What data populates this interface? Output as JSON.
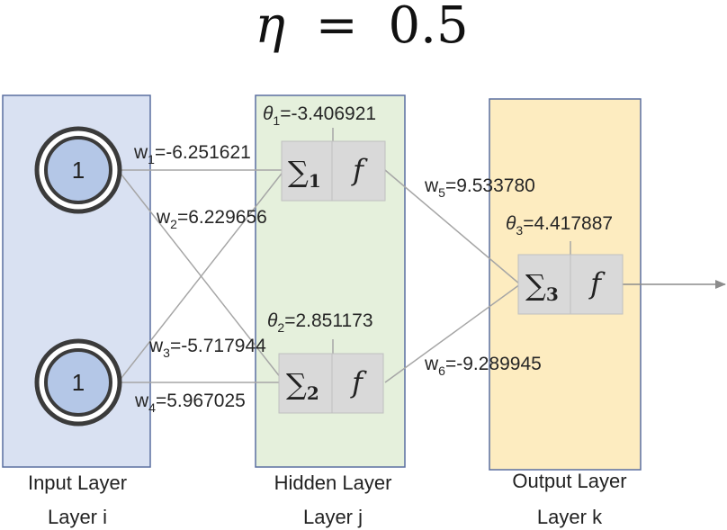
{
  "title": {
    "symbol": "η",
    "equals": "=",
    "value": "0.5"
  },
  "layers": {
    "input": {
      "name": "Input Layer",
      "index": "Layer i",
      "fill": "#d9e1f2",
      "border": "#5a6fa0"
    },
    "hidden": {
      "name": "Hidden Layer",
      "index": "Layer j",
      "fill": "#e5f0dc",
      "border": "#5a6fa0"
    },
    "output": {
      "name": "Output Layer",
      "index": "Layer k",
      "fill": "#fdecc0",
      "border": "#5a6fa0"
    }
  },
  "input_nodes": [
    {
      "value": "1"
    },
    {
      "value": "1"
    }
  ],
  "neurons": [
    {
      "sigma": "∑",
      "sub": "1",
      "func": "f",
      "theta_sym": "θ",
      "theta_sub": "1",
      "theta_val": "=-3.406921"
    },
    {
      "sigma": "∑",
      "sub": "2",
      "func": "f",
      "theta_sym": "θ",
      "theta_sub": "2",
      "theta_val": "=2.851173"
    },
    {
      "sigma": "∑",
      "sub": "3",
      "func": "f",
      "theta_sym": "θ",
      "theta_sub": "3",
      "theta_val": "=4.417887"
    }
  ],
  "weights": [
    {
      "w": "w",
      "sub": "1",
      "val": "=-6.251621"
    },
    {
      "w": "w",
      "sub": "2",
      "val": "=6.229656"
    },
    {
      "w": "w",
      "sub": "3",
      "val": "=-5.717944"
    },
    {
      "w": "w",
      "sub": "4",
      "val": "=5.967025"
    },
    {
      "w": "w",
      "sub": "5",
      "val": "=9.533780"
    },
    {
      "w": "w",
      "sub": "6",
      "val": "=-9.289945"
    }
  ],
  "colors": {
    "node_fill": "#b4c7e7",
    "neuron_box": "#d9d9d9",
    "edge": "#a6a6a6"
  }
}
